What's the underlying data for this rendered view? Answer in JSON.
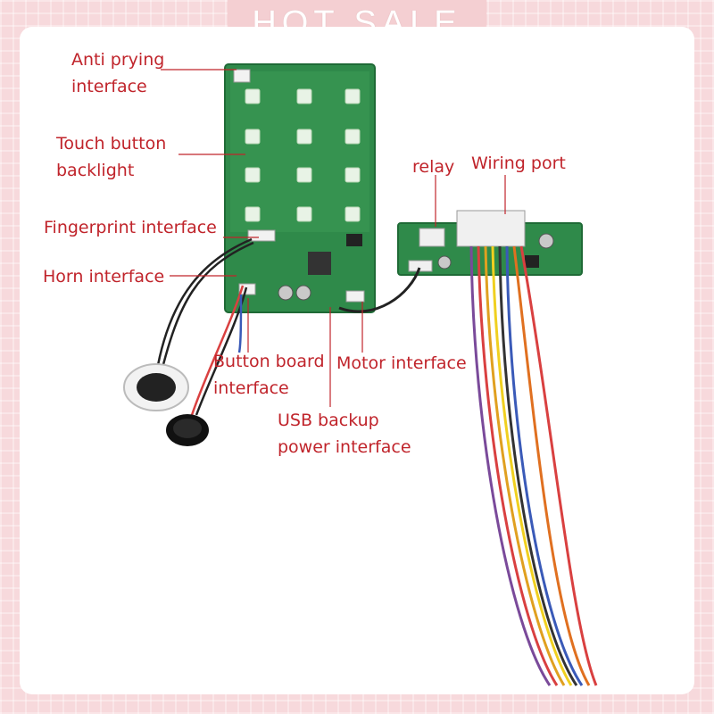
{
  "banner": {
    "text": "HOT SALE"
  },
  "labels": {
    "anti_prying": [
      "Anti prying",
      "interface"
    ],
    "touch_backlight": [
      "Touch button",
      "backlight"
    ],
    "fingerprint": "Fingerprint interface",
    "horn": "Horn interface",
    "relay": "relay",
    "wiring_port": "Wiring port",
    "button_board": [
      "Button board",
      "interface"
    ],
    "motor": "Motor interface",
    "usb_backup": [
      "USB backup",
      "power interface"
    ]
  },
  "colors": {
    "label_text": "#c0242b",
    "pcb": "#2f8a4a",
    "background": "#f7d9dc"
  }
}
